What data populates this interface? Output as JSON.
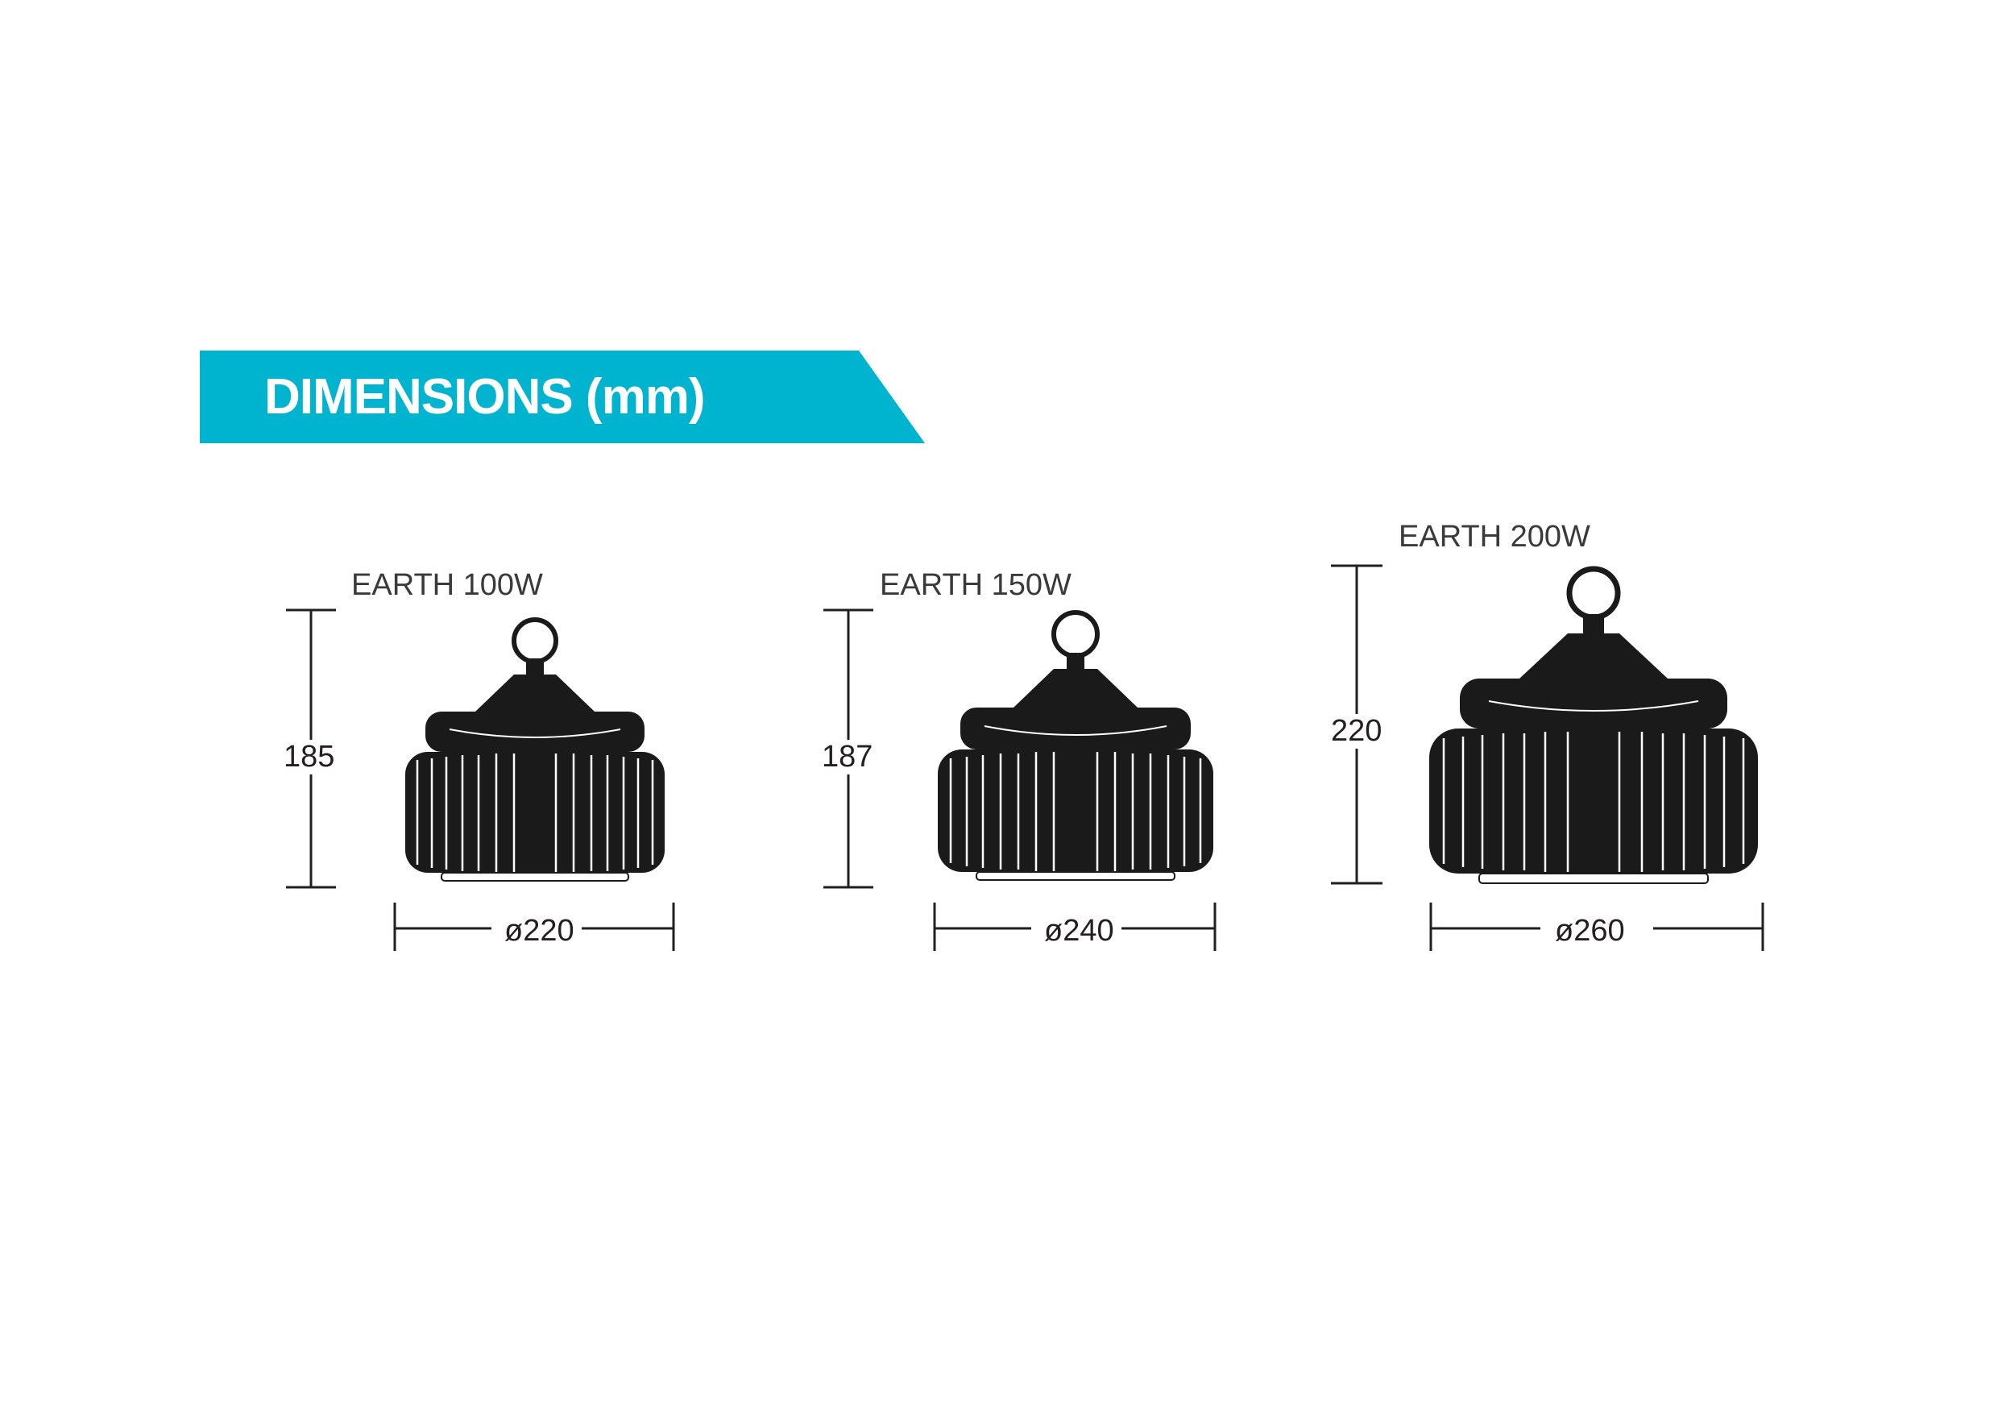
{
  "banner": {
    "title": "DIMENSIONS (mm)",
    "color": "#00b4d0"
  },
  "products": [
    {
      "model": "EARTH 100W",
      "height": "185",
      "diameter": "ø220"
    },
    {
      "model": "EARTH 150W",
      "height": "187",
      "diameter": "ø240"
    },
    {
      "model": "EARTH 200W",
      "height": "220",
      "diameter": "ø260"
    }
  ],
  "colors": {
    "ink": "#231f20",
    "fixture": "#1a1a1a",
    "accent": "#00b4d0"
  }
}
